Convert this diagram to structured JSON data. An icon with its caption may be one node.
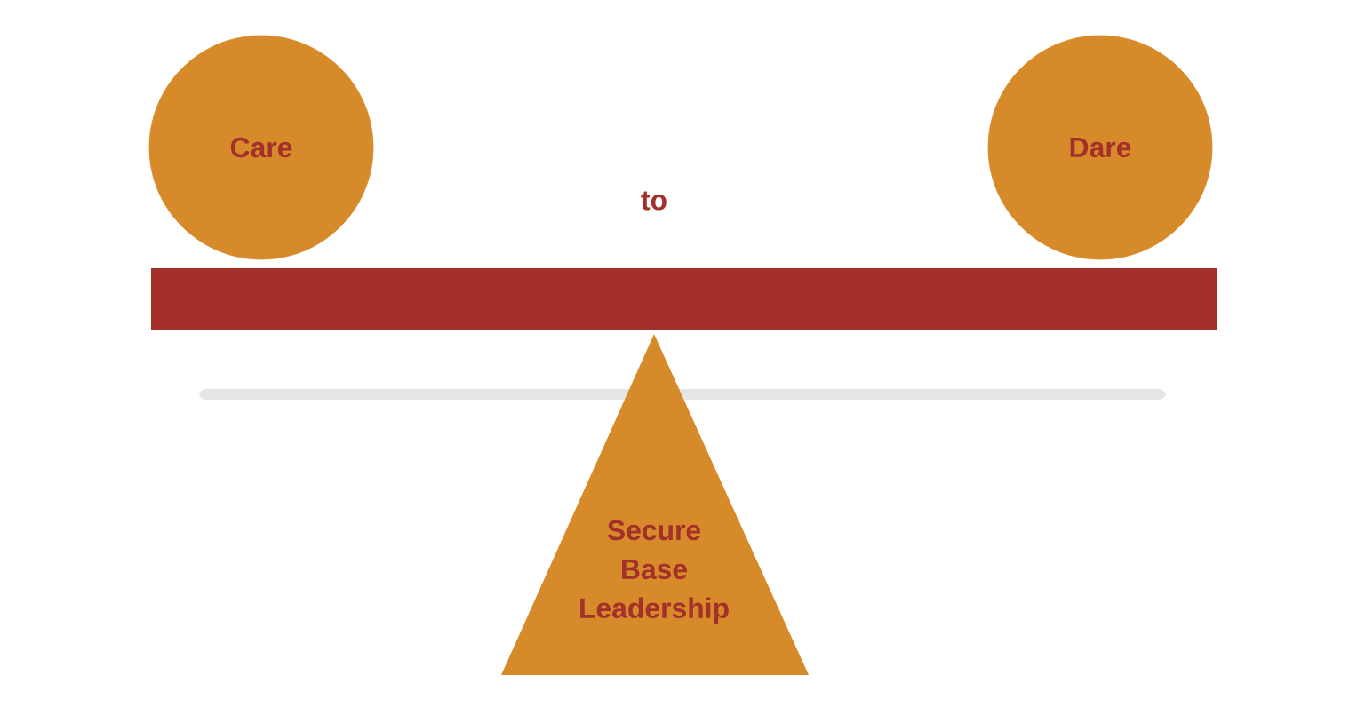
{
  "diagram": {
    "nodes": [
      {
        "text": [
          "Care"
        ]
      },
      {
        "text": [
          "Dare"
        ]
      },
      {
        "text": [],
        "shape": "bar"
      },
      {
        "text": [
          "Secure Base Leadership"
        ]
      }
    ],
    "edges": [],
    "labels": [
      "to"
    ]
  }
}
